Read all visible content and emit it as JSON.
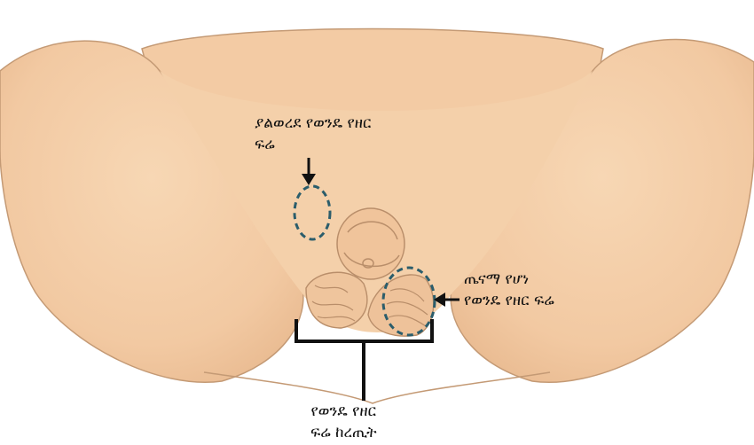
{
  "labels": {
    "undescended_line1": "ያልወረደ የወንዴ የዘር",
    "undescended_line2": "ፍሬ",
    "healthy_line1": "ጤናማ የሆነ",
    "healthy_line2": "የወንዴ የዘር ፍሬ",
    "scrotum_line1": "የወንዴ የዘር",
    "scrotum_line2": "ፍሬ ከረጢት"
  },
  "colors": {
    "background": "#ffffff",
    "skin": "#f4cfa8",
    "skin_shadow": "#e2b48b",
    "outline": "#b98e6a",
    "marker_circle": "#2b5d6b",
    "arrow": "#111111"
  }
}
